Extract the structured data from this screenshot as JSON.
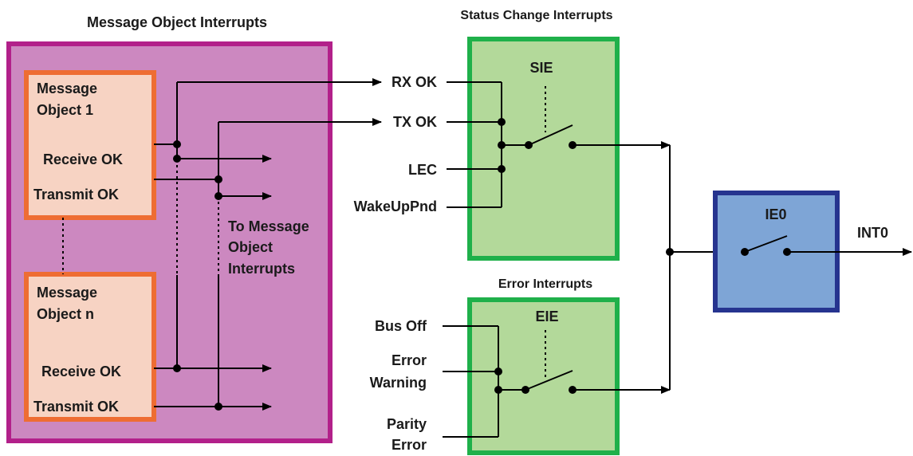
{
  "headings": {
    "message_object_interrupts": "Message Object Interrupts",
    "status_change_interrupts": "Status Change Interrupts",
    "error_interrupts": "Error Interrupts"
  },
  "message_objects": [
    {
      "line1": "Message",
      "line2": "Object 1",
      "receive": "Receive OK",
      "transmit": "Transmit OK"
    },
    {
      "line1": "Message",
      "line2": "Object n",
      "receive": "Receive OK",
      "transmit": "Transmit OK"
    }
  ],
  "to_message_object_interrupts": [
    "To Message",
    "Object",
    "Interrupts"
  ],
  "status_inputs": [
    "RX OK",
    "TX OK",
    "LEC",
    "WakeUpPnd"
  ],
  "status_enable": "SIE",
  "error_inputs": {
    "bus_off": "Bus Off",
    "error_warning": [
      "Error",
      "Warning"
    ],
    "parity_error": [
      "Parity",
      "Error"
    ]
  },
  "error_enable": "EIE",
  "global_enable": "IE0",
  "output": "INT0",
  "colors": {
    "outer_fill": "#cc88c0",
    "outer_border": "#b2208a",
    "object_fill": "#f7d3c3",
    "object_border": "#ee6d33",
    "green_fill": "#b3d99a",
    "green_border": "#1fb04a",
    "blue_fill": "#7ea5d6",
    "blue_border": "#26348f"
  }
}
